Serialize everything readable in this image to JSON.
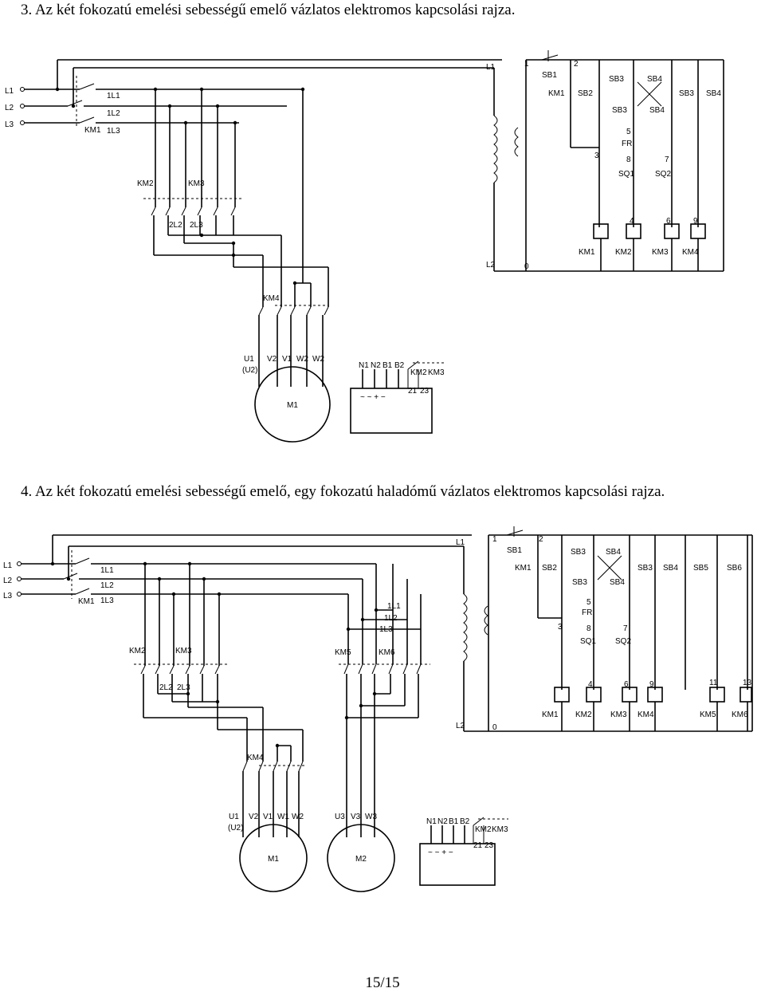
{
  "captions": {
    "c1": "3.  Az két fokozatú emelési sebességű emelő vázlatos elektromos kapcsolási rajza.",
    "c2": "4.  Az két fokozatú emelési sebességű emelő, egy fokozatú haladómű vázlatos elektromos kapcsolási rajza."
  },
  "page_number": "15/15",
  "d1": {
    "phases": [
      "L1",
      "L2",
      "L3"
    ],
    "bus": [
      "1L1",
      "1L2",
      "1L3"
    ],
    "km1": "KM1",
    "km2": "KM2",
    "km3": "KM3",
    "km4": "KM4",
    "bus2": [
      "2L2",
      "2L3"
    ],
    "motor_terms": [
      "U1",
      "(U2)",
      "V2",
      "V1",
      "W2",
      "W2"
    ],
    "motor": "M1",
    "rect_terms": [
      "N1",
      "N2",
      "B1",
      "B2"
    ],
    "rect_symbols": "~ ~ + − ",
    "aux": [
      "KM2",
      "KM3",
      "21",
      "23"
    ],
    "ctrl_L1": "L1",
    "ctrl_L2": "L2",
    "nodes": [
      "1",
      "2",
      "3",
      "4",
      "5",
      "6",
      "7",
      "8",
      "9",
      "0"
    ],
    "buttons": [
      "SB1",
      "SB2",
      "SB3",
      "SB4",
      "SB3",
      "SB4",
      "SB3",
      "SB4"
    ],
    "ctrl_km1": "KM1",
    "fr": "FR",
    "sq": [
      "SQ1",
      "SQ2"
    ],
    "coils": [
      "KM1",
      "KM2",
      "KM3",
      "KM4"
    ]
  },
  "d2": {
    "phases": [
      "L1",
      "L2",
      "L3"
    ],
    "bus": [
      "1L1",
      "1L2",
      "1L3"
    ],
    "km1": "KM1",
    "km2": "KM2",
    "km3": "KM3",
    "km4": "KM4",
    "km5": "KM5",
    "km6": "KM6",
    "bus2": [
      "2L2",
      "2L3"
    ],
    "bus3": [
      "1L1",
      "1L2",
      "1L3"
    ],
    "motor_terms": [
      "U1",
      "(U2)",
      "V2",
      "V1",
      "W1",
      "W2"
    ],
    "motor2_terms": [
      "U3",
      "V3",
      "W3"
    ],
    "motor1": "M1",
    "motor2": "M2",
    "rect_terms": [
      "N1",
      "N2",
      "B1",
      "B2"
    ],
    "rect_symbols": "~ ~ + − ",
    "aux": [
      "KM2",
      "KM3",
      "21",
      "23"
    ],
    "ctrl_L1": "L1",
    "ctrl_L2": "L2",
    "nodes": [
      "1",
      "2",
      "3",
      "4",
      "5",
      "6",
      "7",
      "8",
      "9",
      "11",
      "13",
      "0"
    ],
    "buttons": [
      "SB1",
      "SB2",
      "SB3",
      "SB4",
      "SB3",
      "SB4",
      "SB3",
      "SB4",
      "SB5",
      "SB6"
    ],
    "ctrl_km1": "KM1",
    "fr": "FR",
    "sq": [
      "SQ1",
      "SQ2"
    ],
    "coils": [
      "KM1",
      "KM2",
      "KM3",
      "KM4",
      "KM5",
      "KM6"
    ]
  }
}
